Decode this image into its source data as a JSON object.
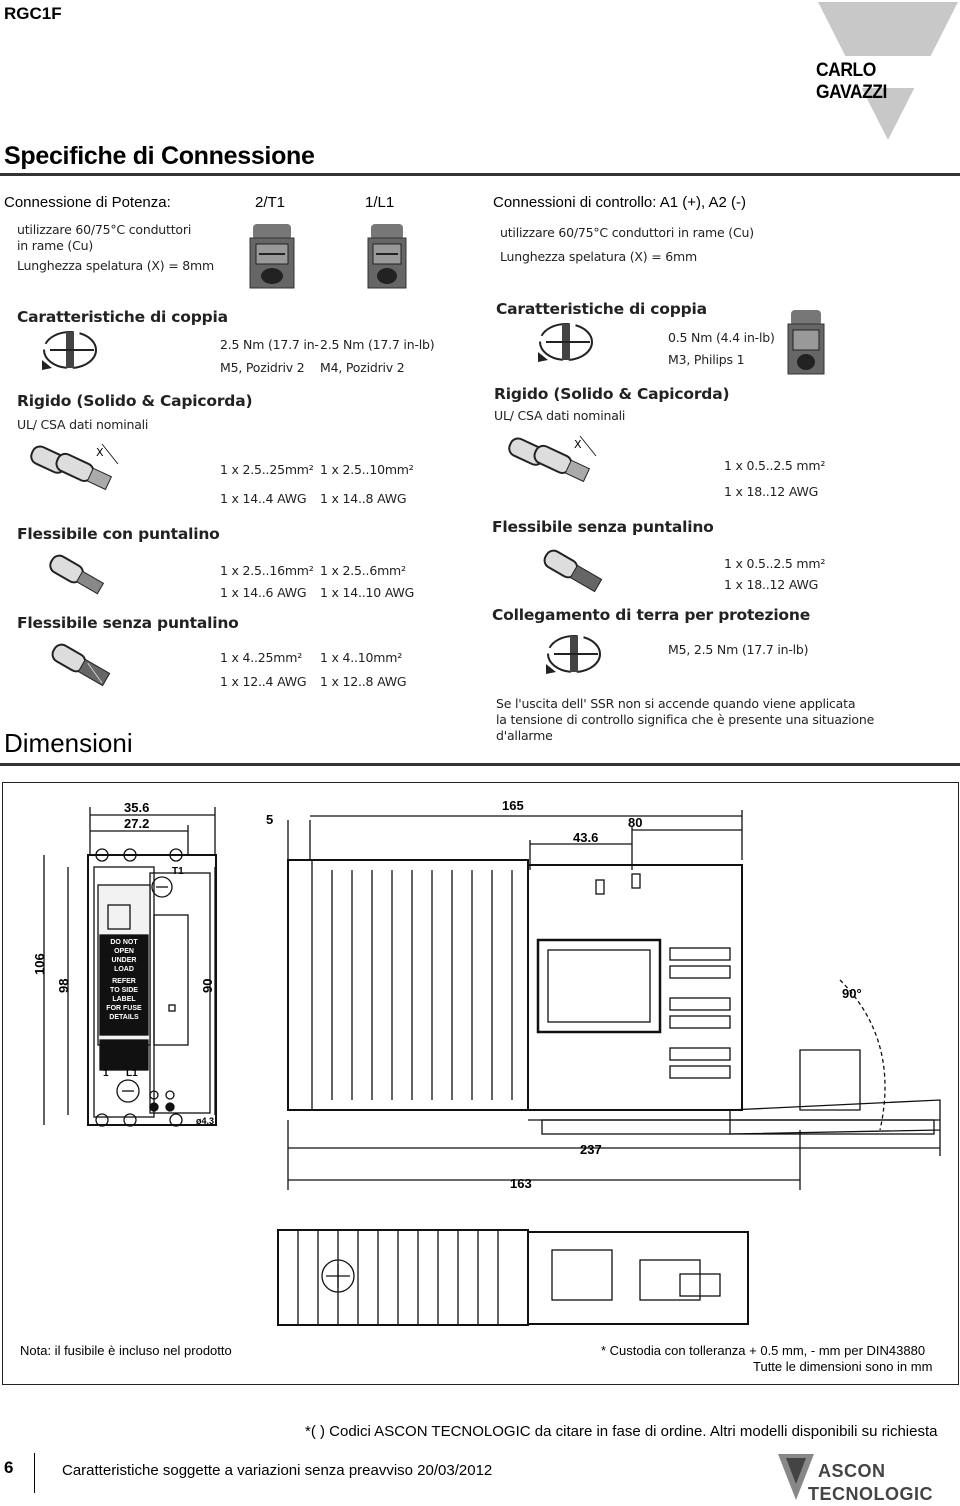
{
  "header": {
    "code": "RGC1F",
    "brand": "CARLO GAVAZZI"
  },
  "title": "Specifiche di Connessione",
  "power": {
    "label": "Connessione di Potenza:",
    "term1": "2/T1",
    "term2": "1/L1",
    "note1": "utilizzare 60/75°C conduttori",
    "note2": "in rame (Cu)",
    "note3": "Lunghezza spelatura (X) = 8mm",
    "torque_title": "Caratteristiche di coppia",
    "torque1a": "2.5 Nm (17.7 in-",
    "torque1b": "2.5 Nm (17.7 in-lb)",
    "screw1": "M5, Pozidriv 2",
    "screw2": "M4, Pozidriv 2",
    "rigid_title": "Rigido (Solido & Capicorda)",
    "rigid_sub": "UL/ CSA dati nominali",
    "rigid_mm1": "1 x 2.5..25mm²",
    "rigid_mm2": "1 x 2.5..10mm²",
    "rigid_awg1": "1 x 14..4 AWG",
    "rigid_awg2": "1 x 14..8 AWG",
    "flex_with_title": "Flessibile con puntalino",
    "flex_with_mm1": "1 x 2.5..16mm²",
    "flex_with_mm2": "1 x 2.5..6mm²",
    "flex_with_awg1": "1 x 14..6 AWG",
    "flex_with_awg2": "1 x 14..10 AWG",
    "flex_without_title": "Flessibile senza puntalino",
    "flex_without_mm1": "1 x 4..25mm²",
    "flex_without_mm2": "1 x 4..10mm²",
    "flex_without_awg1": "1 x 12..4 AWG",
    "flex_without_awg2": "1 x 12..8 AWG"
  },
  "control": {
    "label": "Connessioni di controllo:  A1 (+), A2 (-)",
    "note1": "utilizzare 60/75°C conduttori in rame (Cu)",
    "note2": "Lunghezza spelatura (X) = 6mm",
    "torque_title": "Caratteristiche di coppia",
    "torque": "0.5 Nm (4.4 in-lb)",
    "screw": "M3, Philips 1",
    "rigid_title": "Rigido (Solido & Capicorda)",
    "rigid_sub": "UL/ CSA dati nominali",
    "rigid_mm": "1 x 0.5..2.5 mm²",
    "rigid_awg": "1 x 18..12 AWG",
    "flex_title": "Flessibile senza puntalino",
    "flex_mm": "1 x 0.5..2.5 mm²",
    "flex_awg": "1 x 18..12 AWG",
    "earth_title": "Collegamento di terra per protezione",
    "earth_spec": "M5, 2.5 Nm (17.7 in-lb)",
    "alarm1": "Se l'uscita dell' SSR non si accende quando viene applicata",
    "alarm2": "la tensione di controllo significa che è presente una situazione",
    "alarm3": "d'allarme"
  },
  "dimensions": {
    "title": "Dimensioni",
    "d35_6": "35.6",
    "d27_2": "27.2",
    "d5": "5",
    "d165": "165",
    "d80": "80",
    "d43_6": "43.6",
    "d106": "106",
    "d98": "98",
    "d90": "90",
    "angle": "90°",
    "d237": "237",
    "d163": "163",
    "hole": "ø4.3",
    "t1": "T1",
    "l1": "L1",
    "one": "1",
    "warning": [
      "DO NOT",
      "OPEN",
      "UNDER",
      "LOAD",
      "REFER",
      "TO SIDE",
      "LABEL",
      "FOR FUSE",
      "DETAILS"
    ],
    "note_left": "Nota: il fusibile è incluso nel prodotto",
    "note_right1": "* Custodia con tolleranza + 0.5 mm, - mm per DIN43880",
    "note_right2": "Tutte le dimensioni sono in mm"
  },
  "codes_note": "*(  ) Codici ASCON TECNOLOGIC da citare in fase di ordine. Altri modelli disponibili su richiesta",
  "footer": {
    "page": "6",
    "text": "Caratteristiche soggette a variazioni senza preavviso 20/03/2012",
    "logo1": "ASCON",
    "logo2": "TECNOLOGIC"
  }
}
